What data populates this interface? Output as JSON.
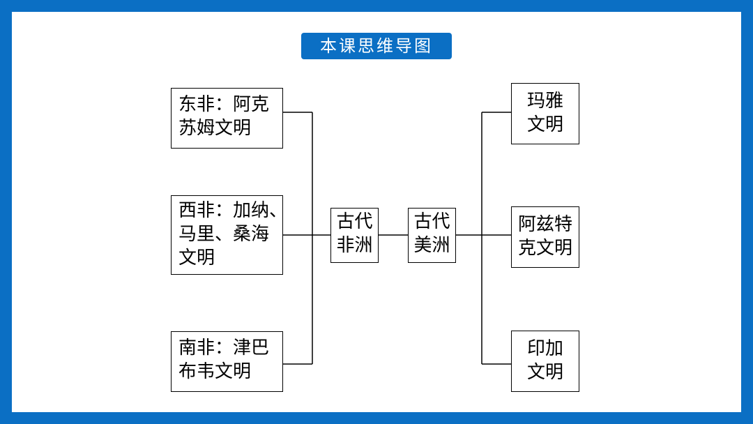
{
  "title": "本课思维导图",
  "africa": {
    "label": [
      "古代",
      "非洲"
    ],
    "east": [
      "东非：阿克",
      "苏姆文明"
    ],
    "west": [
      "西非：加纳、",
      "马里、桑海",
      "文明"
    ],
    "south": [
      "南非：津巴",
      "布韦文明"
    ]
  },
  "america": {
    "label": [
      "古代",
      "美洲"
    ],
    "maya": [
      "玛雅",
      "文明"
    ],
    "aztec": [
      "阿兹特",
      "克文明"
    ],
    "inca": [
      "印加",
      "文明"
    ]
  },
  "colors": {
    "frame": "#0b6fc4",
    "title_bg": "#0b6fc4",
    "title_text": "#ffffff",
    "line": "#000000"
  }
}
